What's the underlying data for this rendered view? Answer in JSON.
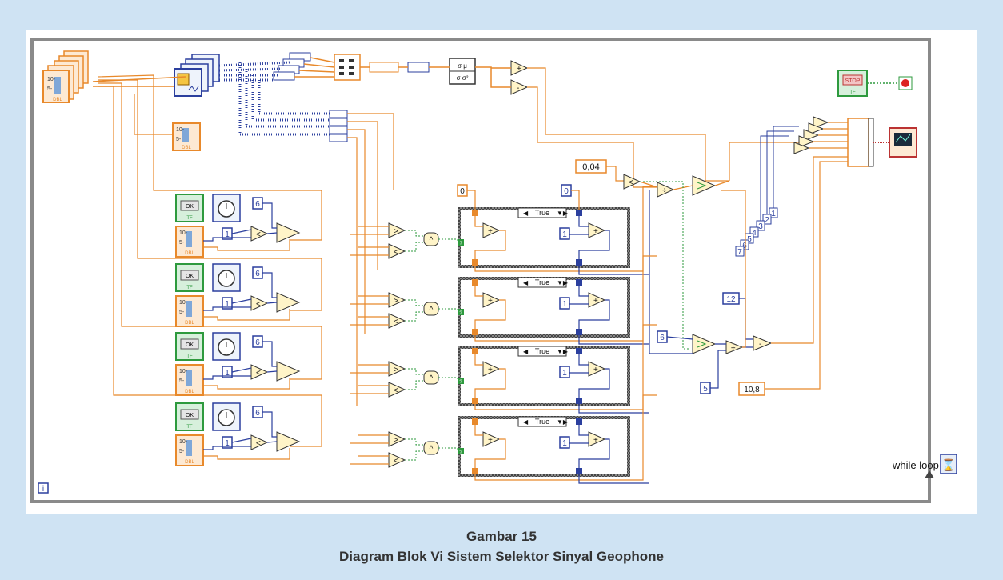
{
  "caption": {
    "figure_number": "Gambar 15",
    "title": "Diagram Blok Vi Sistem Selektor Sinyal Geophone"
  },
  "diagram": {
    "loop_label": "while loop",
    "loop_iteration_label": "i",
    "stop_button_label": "STOP",
    "ok_button_label": "OK",
    "tf_label": "TF",
    "dbl_label": "DBL",
    "case_selector_label": "True",
    "case_frames_count": 4,
    "constants": {
      "threshold": "0,04",
      "zero": "0",
      "one": "1",
      "six": "6",
      "five": "5",
      "twelve": "12",
      "offset": "10,8",
      "bundle_indices": [
        "1",
        "2",
        "3",
        "4",
        "5",
        "6",
        "7"
      ]
    },
    "operators": {
      "greater": ">",
      "less": "<",
      "and": "^",
      "add": "+",
      "subtract": "-",
      "divide": "÷"
    },
    "stats_block_labels": [
      "σ μ",
      "σ σ²"
    ],
    "colors": {
      "orange_wire": "#e8892b",
      "blue_wire": "#2b3f9e",
      "green_wire": "#2e9a3e",
      "frame_gray": "#8a8a8a",
      "background": "#cfe3f3"
    }
  }
}
